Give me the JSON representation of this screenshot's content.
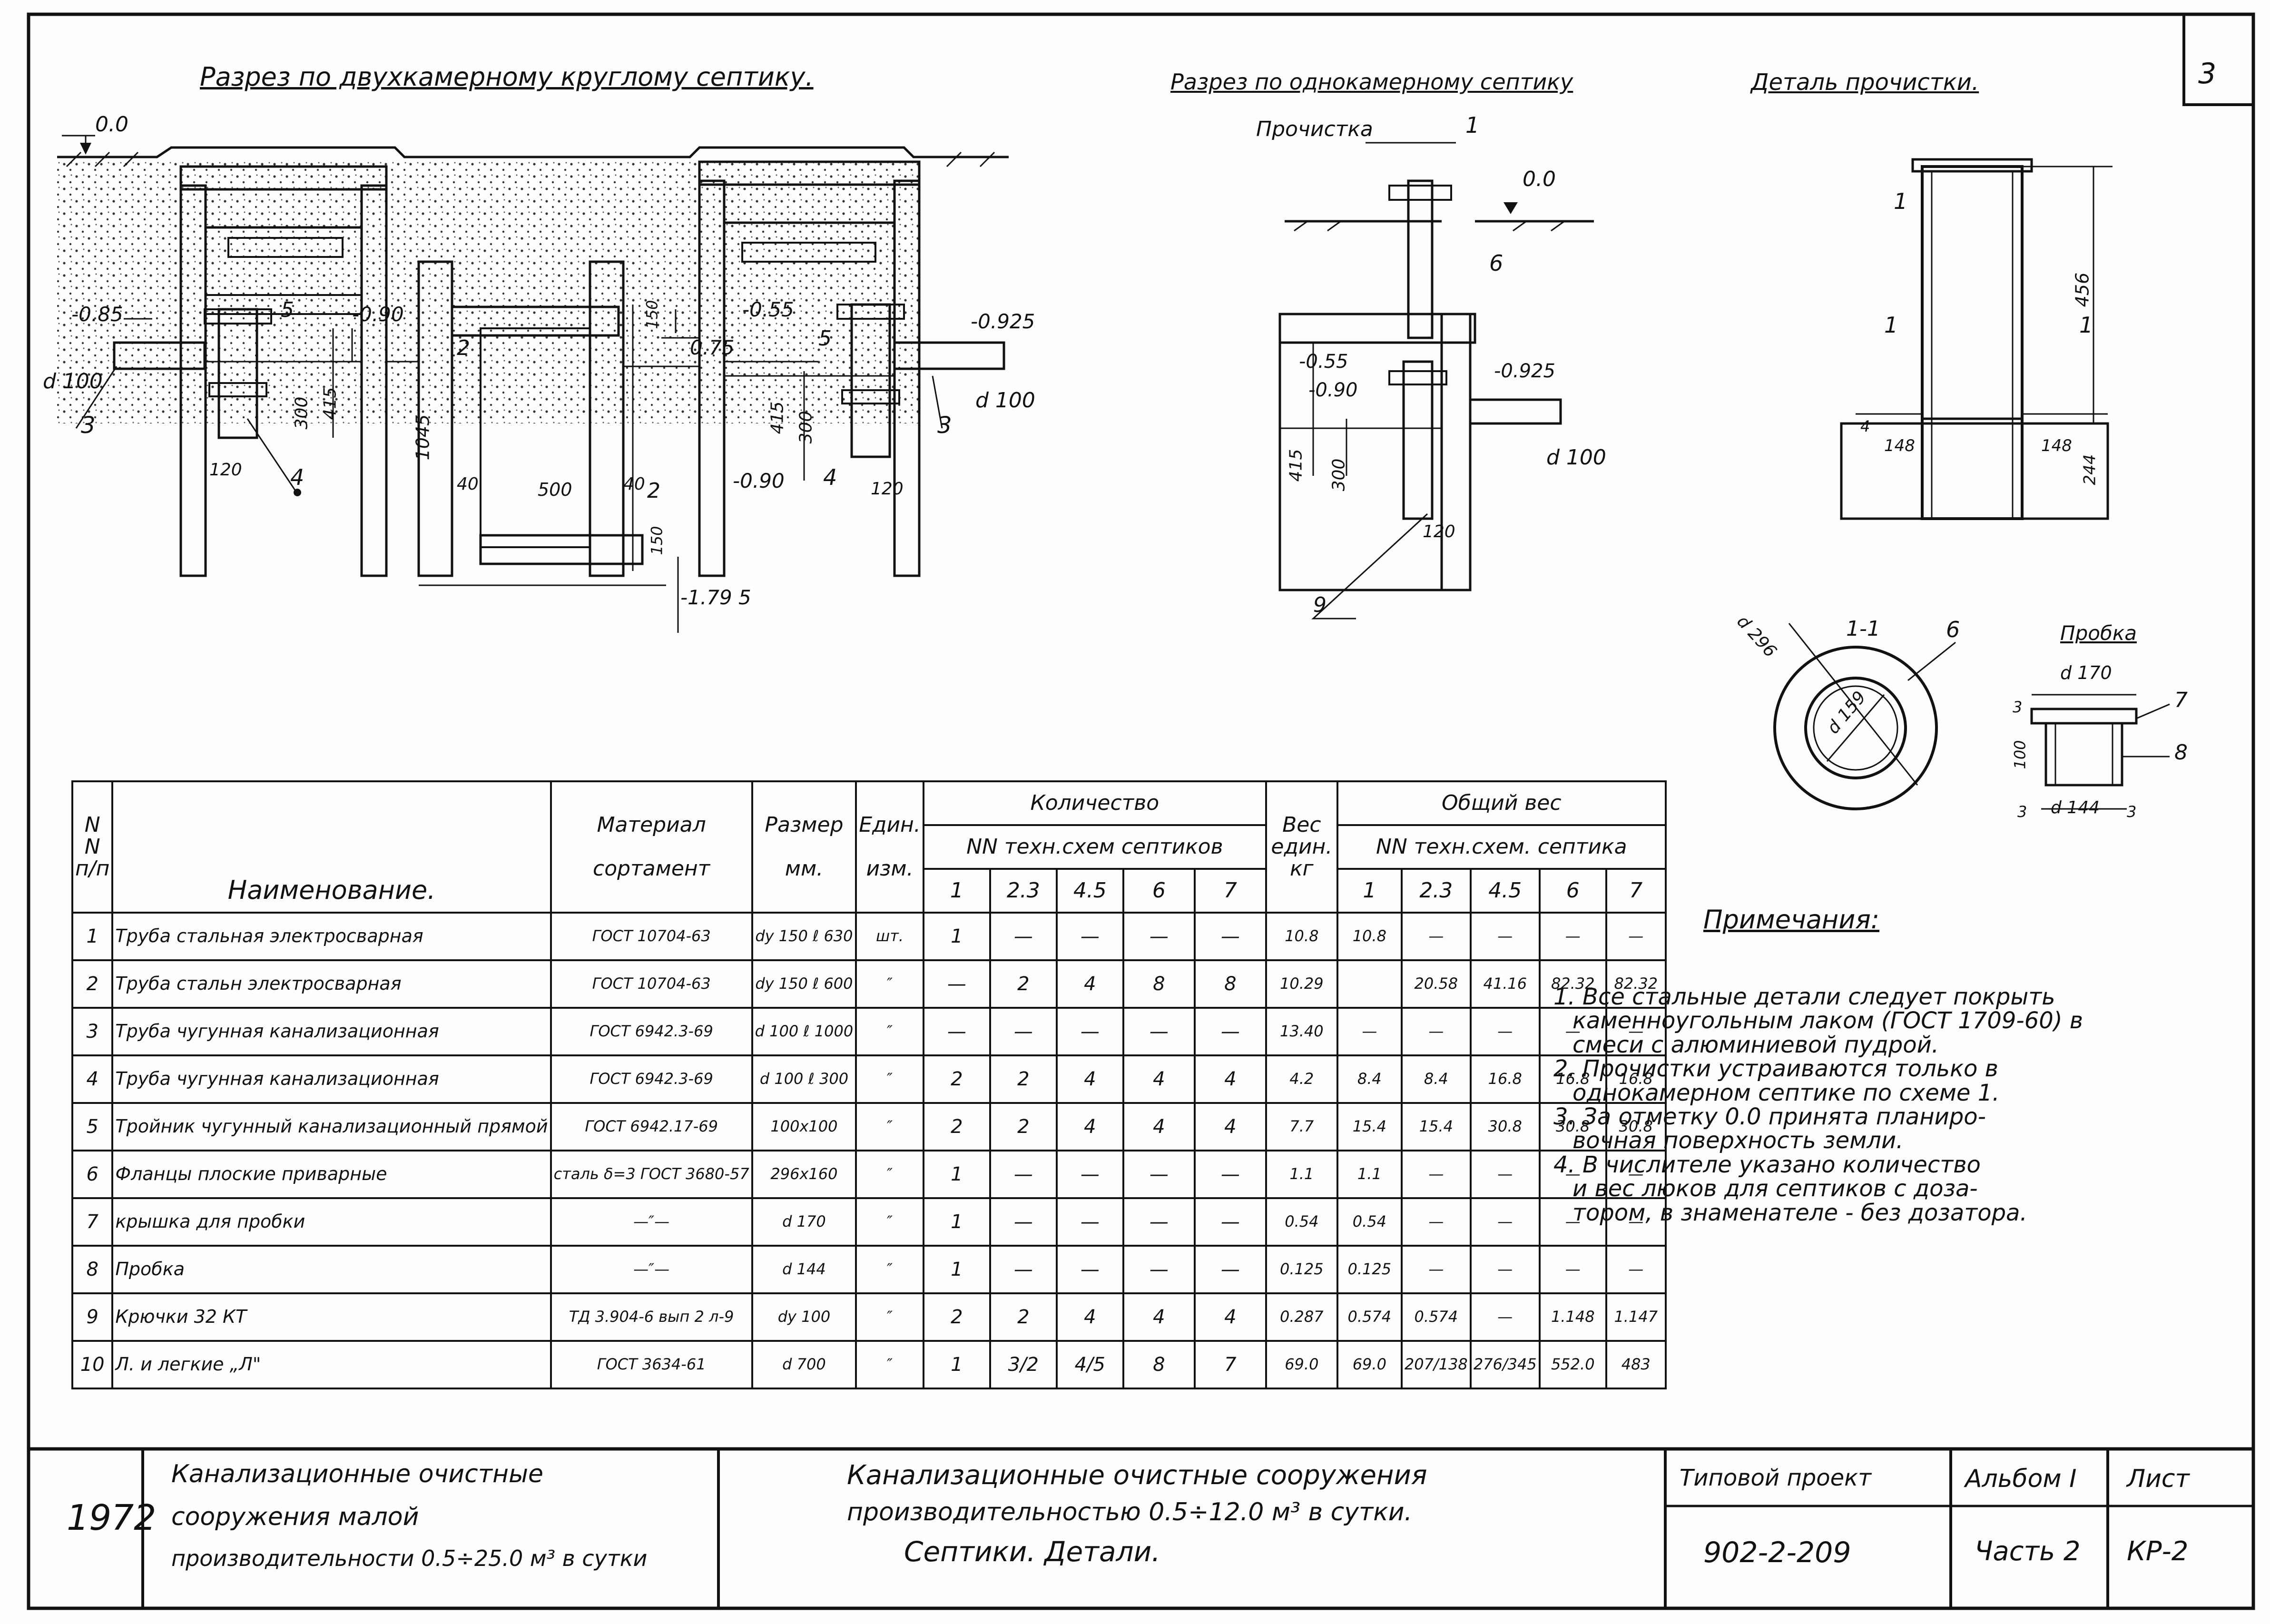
{
  "sheet_number": "3",
  "views": {
    "double_chamber_title": "Разрез по двухкамерному круглому септику.",
    "single_chamber_title": "Разрез по однокамерному септику",
    "cleanout_title": "Деталь прочистки.",
    "double_labels": {
      "level_00": "0.0",
      "level_085": "-0.85",
      "level_090_a": "-0.90",
      "level_055": "-0.55",
      "level_0925": "-0.925",
      "level_075": "0.75",
      "level_090_b": "-0.90",
      "level_1795": "-1.79 5",
      "pipe_d100_left": "d 100",
      "pipe_d100_right": "d 100",
      "mark_3_left": "3",
      "mark_3_right": "3",
      "mark_4_left": "4",
      "mark_4_right": "4",
      "mark_5_left": "5",
      "mark_5_right": "5",
      "mark_2_a": "2",
      "mark_2_b": "2",
      "dim_300_a": "300",
      "dim_415_a": "415",
      "dim_120_a": "120",
      "dim_1045": "1045",
      "dim_40_a": "40",
      "dim_500": "500",
      "dim_40_b": "40",
      "dim_150_top": "150",
      "dim_150_bot": "150",
      "dim_415_b": "415",
      "dim_300_b": "300",
      "dim_120_b": "120"
    },
    "single_labels": {
      "cleanout": "Прочистка",
      "mark_1": "1",
      "level_00": "0.0",
      "mark_6": "6",
      "level_055": "-0.55",
      "level_090": "-0.90",
      "level_0925": "-0.925",
      "pipe_d100": "d 100",
      "dim_415": "415",
      "dim_300": "300",
      "dim_120": "120",
      "mark_9": "9"
    },
    "cleanout_labels": {
      "mark_1": "1",
      "dim_456": "456",
      "section_left": "1",
      "section_right": "1",
      "dim_148_l": "148",
      "dim_148_r": "148",
      "dim_244": "244",
      "dim_4": "4",
      "section_title": "1-1",
      "d296": "d 296",
      "d159": "d 159",
      "mark_6": "6",
      "plug_title": "Пробка",
      "d170": "d 170",
      "mark_7": "7",
      "mark_8": "8",
      "dim_3_a": "3",
      "dim_100": "100",
      "dim_3_b": "3",
      "d144": "d 144",
      "dim_3_c": "3"
    }
  },
  "spec_table": {
    "head": {
      "num_a": "N",
      "num_b": "N",
      "num_c": "п/п",
      "name": "Наименование.",
      "material_a": "Материал",
      "material_b": "сортамент",
      "size_a": "Размер",
      "size_b": "мм.",
      "unit_a": "Един.",
      "unit_b": "изм.",
      "qty": "Количество",
      "qty_sub": "NN техн.схем септиков",
      "wt_a": "Вес",
      "wt_b": "един.",
      "wt_c": "кг",
      "total": "Общий вес",
      "total_sub": "NN техн.схем. септика",
      "schemes": [
        "1",
        "2.3",
        "4.5",
        "6",
        "7"
      ]
    },
    "rows": [
      {
        "n": "1",
        "name": "Труба стальная электросварная",
        "mat": "ГОСТ 10704-63",
        "size": "dу 150 ℓ 630",
        "unit": "шт.",
        "q": [
          "1",
          "—",
          "—",
          "—",
          "—"
        ],
        "w": "10.8",
        "t": [
          "10.8",
          "—",
          "—",
          "—",
          "—"
        ]
      },
      {
        "n": "2",
        "name": "Труба стальн электросварная",
        "mat": "ГОСТ 10704-63",
        "size": "dу 150 ℓ 600",
        "unit": "″",
        "q": [
          "—",
          "2",
          "4",
          "8",
          "8"
        ],
        "w": "10.29",
        "t": [
          "",
          "20.58",
          "41.16",
          "82.32",
          "82.32"
        ]
      },
      {
        "n": "3",
        "name": "Труба чугунная канализационная",
        "mat": "ГОСТ 6942.3-69",
        "size": "d 100 ℓ 1000",
        "unit": "″",
        "q": [
          "—",
          "—",
          "—",
          "—",
          "—"
        ],
        "w": "13.40",
        "t": [
          "—",
          "—",
          "—",
          "—",
          "—"
        ]
      },
      {
        "n": "4",
        "name": "Труба чугунная канализационная",
        "mat": "ГОСТ 6942.3-69",
        "size": "d 100 ℓ 300",
        "unit": "″",
        "q": [
          "2",
          "2",
          "4",
          "4",
          "4"
        ],
        "w": "4.2",
        "t": [
          "8.4",
          "8.4",
          "16.8",
          "16.8",
          "16.8"
        ]
      },
      {
        "n": "5",
        "name": "Тройник чугунный канализационный прямой",
        "mat": "ГОСТ 6942.17-69",
        "size": "100х100",
        "unit": "″",
        "q": [
          "2",
          "2",
          "4",
          "4",
          "4"
        ],
        "w": "7.7",
        "t": [
          "15.4",
          "15.4",
          "30.8",
          "30.8",
          "30.8"
        ]
      },
      {
        "n": "6",
        "name": "Фланцы плоские приварные",
        "mat": "сталь δ=3 ГОСТ 3680-57",
        "size": "296х160",
        "unit": "″",
        "q": [
          "1",
          "—",
          "—",
          "—",
          "—"
        ],
        "w": "1.1",
        "t": [
          "1.1",
          "—",
          "—",
          "—",
          "—"
        ]
      },
      {
        "n": "7",
        "name": "крышка для пробки",
        "mat": "—″—",
        "size": "d 170",
        "unit": "″",
        "q": [
          "1",
          "—",
          "—",
          "—",
          "—"
        ],
        "w": "0.54",
        "t": [
          "0.54",
          "—",
          "—",
          "—",
          "—"
        ]
      },
      {
        "n": "8",
        "name": "Пробка",
        "mat": "—″—",
        "size": "d 144",
        "unit": "″",
        "q": [
          "1",
          "—",
          "—",
          "—",
          "—"
        ],
        "w": "0.125",
        "t": [
          "0.125",
          "—",
          "—",
          "—",
          "—"
        ]
      },
      {
        "n": "9",
        "name": "Крючки 32 КТ",
        "mat": "ТД 3.904-6 вып 2 л-9",
        "size": "dу 100",
        "unit": "″",
        "q": [
          "2",
          "2",
          "4",
          "4",
          "4"
        ],
        "w": "0.287",
        "t": [
          "0.574",
          "0.574",
          "—",
          "1.148",
          "1.147"
        ]
      },
      {
        "n": "10",
        "name": "Л. и легкие „Л\"",
        "mat": "ГОСТ 3634-61",
        "size": "d 700",
        "unit": "″",
        "q": [
          "1",
          "3/2",
          "4/5",
          "8",
          "7"
        ],
        "w": "69.0",
        "t": [
          "69.0",
          "207/138",
          "276/345",
          "552.0",
          "483"
        ]
      }
    ]
  },
  "notes": {
    "title": "Примечания:",
    "lines": [
      "1. Все стальные детали следует покрыть",
      "каменноугольным лаком (ГОСТ 1709-60) в",
      "смеси с алюминиевой пудрой.",
      "2. Прочистки устраиваются только в",
      "однокамерном септике по схеме 1.",
      "3. За отметку 0.0 принята планиро-",
      "вочная поверхность земли.",
      "4. В числителе указано количество",
      "и вес люков для септиков с доза-",
      "тором, в знаменателе - без дозатора."
    ]
  },
  "title_block": {
    "year": "1972",
    "series_a": "Канализационные очистные",
    "series_b": "сооружения малой",
    "series_c": "производительности 0.5÷25.0 м³ в сутки",
    "title_a": "Канализационные очистные сооружения",
    "title_b": "производительностью 0.5÷12.0 м³ в сутки.",
    "title_c": "Септики.   Детали.",
    "project_label": "Типовой проект",
    "project_no": "902-2-209",
    "album_label": "Альбом I",
    "album_part": "Часть 2",
    "sheet_label": "Лист",
    "sheet_code": "КР-2"
  }
}
